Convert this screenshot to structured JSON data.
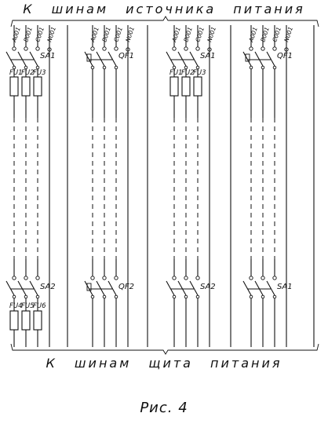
{
  "header_top": "К шинам источника питания",
  "header_bottom": "К шинам щита питания",
  "caption": "Рис. 4",
  "columns": [
    {
      "phases": [
        "А001",
        "В001",
        "С001",
        "N001"
      ],
      "top_switch": "SA1",
      "top_fuses": [
        "FU1",
        "FU2",
        "FU3"
      ],
      "bottom_switch": "SA2",
      "bottom_fuses": [
        "FU4",
        "FU5",
        "FU6"
      ]
    },
    {
      "phases": [
        "А001",
        "В001",
        "С001",
        "N001"
      ],
      "top_switch": "QF1",
      "top_fuses": [],
      "bottom_switch": "QF2",
      "bottom_fuses": []
    },
    {
      "phases": [
        "А001",
        "В001",
        "С001",
        "N001"
      ],
      "top_switch": "SA1",
      "top_fuses": [
        "FU1",
        "FU2",
        "FU3"
      ],
      "bottom_switch": "SA2",
      "bottom_fuses": []
    },
    {
      "phases": [
        "А001",
        "В001",
        "С001",
        "N001"
      ],
      "top_switch": "QF1",
      "top_fuses": [],
      "bottom_switch": "SA1",
      "bottom_fuses": []
    }
  ]
}
